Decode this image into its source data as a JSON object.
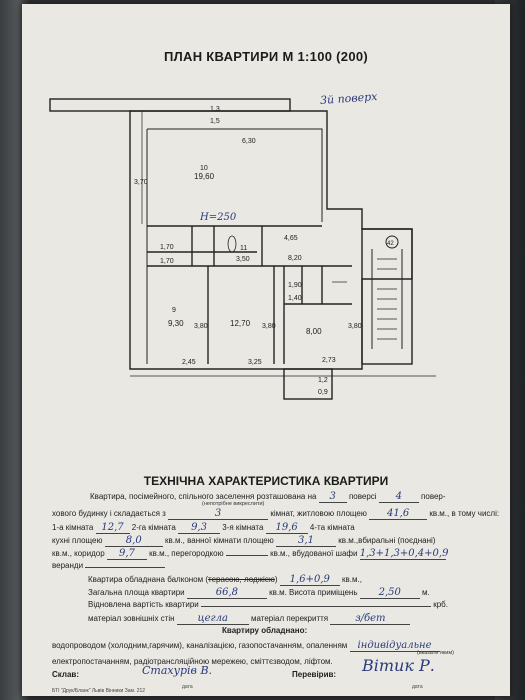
{
  "plan": {
    "title": "ПЛАН КВАРТИРИ М 1:100 (200)",
    "floor_note": "3й поверх",
    "labels": {
      "balcony_top_a": "1,3",
      "balcony_top_b": "1,5",
      "room10_num": "10",
      "room10_area": "19,60",
      "height": "H=250",
      "dim_630": "6,30",
      "dim_370": "3,70",
      "dim_465": "4,65",
      "room7_area": "1,70",
      "room8_area": "1,70",
      "room11_num": "11",
      "room11_area": "3,50",
      "room3_area": "8,20",
      "room9_num": "9",
      "room9_area": "9,30",
      "room2_area": "12,70",
      "room4_area": "1,90",
      "room5_area": "1,40",
      "room1_area": "8,00",
      "dim_245": "2,45",
      "dim_325": "3,25",
      "dim_273": "2,73",
      "dim_380a": "3,80",
      "dim_380b": "3,80",
      "dim_380c": "3,80",
      "bottom_balcony_a": "1,2",
      "bottom_balcony_b": "0,9",
      "circle_no": "42"
    }
  },
  "tech": {
    "title": "ТЕХНІЧНА ХАРАКТЕРИСТИКА КВАРТИРИ",
    "l1_a": "Квартира, посімейного, спільного заселення розташована на",
    "l1_floor": "3",
    "l1_b": "поверсі",
    "l1_total": "4",
    "l1_c": "повер-",
    "l1_note": "(непотрібне викреслити)",
    "l2_a": "хового будинку і складається з",
    "l2_rooms": "3",
    "l2_b": "кімнат, житловою площею",
    "l2_living": "41,6",
    "l2_c": "кв.м., в тому числі:",
    "l3_a": "1-а кімната",
    "l3_r1": "12,7",
    "l3_b": "2-га кімната",
    "l3_r2": "9,3",
    "l3_c": "3-я кімната",
    "l3_r3": "19,6",
    "l3_d": "4-та кімната",
    "l4_a": "кухні площею",
    "l4_kitchen": "8,0",
    "l4_b": "кв.м., ванної кімнати площею",
    "l4_bath": "3,1",
    "l4_c": "кв.м.,вбиральні (поєднані)",
    "l5_a": "кв.м., коридор",
    "l5_corr": "9,7",
    "l5_b": "кв.м., перегородкою",
    "l5_c": "кв.м., вбудованої шафи",
    "l5_closet": "1,3+1,3+0,4+0,9",
    "l6_a": "веранди",
    "l7_a": "Квартира обладнана балконом (",
    "l7_strike": "терасою, лоджією",
    "l7_b": ")",
    "l7_balcony": "1,6+0,9",
    "l7_c": "кв.м.,",
    "l8_a": "Загальна площа квартири",
    "l8_total": "66,8",
    "l8_b": "кв.м. Висота приміщень",
    "l8_height": "2,50",
    "l8_c": "м.",
    "l9_a": "Відновлена вартість квартири",
    "l9_b": "крб.",
    "l10_a": "матеріал зовнішніх стін",
    "l10_walls": "цегла",
    "l10_b": "матеріал перекриття",
    "l10_ceiling": "з/бет",
    "equip_title": "Квартиру обладнано:",
    "equip_1": "водопроводом (холодним,гарячим), каналізацією, газопостачанням, опаленням",
    "equip_heat": "індивідуальне",
    "equip_heat_note": "(вказати яким)",
    "equip_2": "електропостачанням, радіотрансляційною мережею, сміттєзводом, ліфтом.",
    "sklav": "Склав:",
    "sklav_sig": "Стахурів В.",
    "pereviriv": "Перевірив:",
    "pereviriv_sig": "Вітик Р.",
    "date1": "дата",
    "date2": "дата",
    "printer": "БТІ \"Друк/Бланк\" Львів Вінники Зам. 212"
  }
}
